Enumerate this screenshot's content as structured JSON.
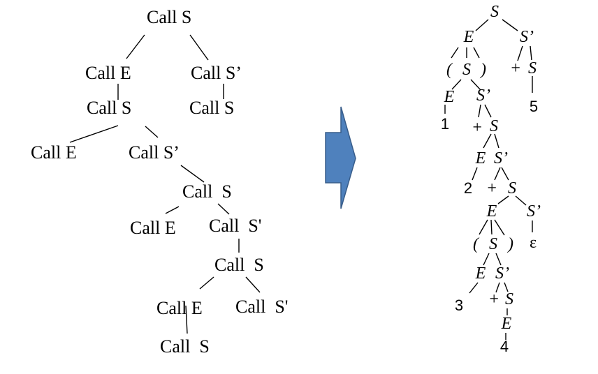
{
  "call_tree": {
    "nodes": [
      {
        "id": "c1",
        "text": "Call S"
      },
      {
        "id": "c2",
        "text": "Call E"
      },
      {
        "id": "c3",
        "text": "Call S’"
      },
      {
        "id": "c4",
        "text": "Call S"
      },
      {
        "id": "c5",
        "text": "Call S"
      },
      {
        "id": "c6",
        "text": "Call E"
      },
      {
        "id": "c7",
        "text": "Call S’"
      },
      {
        "id": "c8",
        "text": "Call  S"
      },
      {
        "id": "c9",
        "text": "Call E"
      },
      {
        "id": "c10",
        "text": "Call  S'"
      },
      {
        "id": "c11",
        "text": "Call  S"
      },
      {
        "id": "c12",
        "text": "Call E"
      },
      {
        "id": "c13",
        "text": "Call  S'"
      },
      {
        "id": "c14",
        "text": "Call  S"
      }
    ],
    "edges": [
      [
        "c1",
        "c2"
      ],
      [
        "c1",
        "c3"
      ],
      [
        "c2",
        "c4"
      ],
      [
        "c3",
        "c5"
      ],
      [
        "c4",
        "c6"
      ],
      [
        "c4",
        "c7"
      ],
      [
        "c7",
        "c8"
      ],
      [
        "c8",
        "c9"
      ],
      [
        "c8",
        "c10"
      ],
      [
        "c10",
        "c11"
      ],
      [
        "c11",
        "c12"
      ],
      [
        "c11",
        "c13"
      ],
      [
        "c12",
        "c14"
      ]
    ]
  },
  "arrow": {
    "color": "#4f81bd",
    "border": "#385d8a",
    "direction": "right"
  },
  "parse_tree": {
    "nodes": [
      {
        "id": "p1",
        "text": "S"
      },
      {
        "id": "p2",
        "text": "E"
      },
      {
        "id": "p3",
        "text": "S’"
      },
      {
        "id": "p4",
        "text": "("
      },
      {
        "id": "p5",
        "text": "S"
      },
      {
        "id": "p6",
        "text": ")"
      },
      {
        "id": "p7",
        "text": "+"
      },
      {
        "id": "p8",
        "text": "S"
      },
      {
        "id": "p9",
        "text": "5"
      },
      {
        "id": "p10",
        "text": "E"
      },
      {
        "id": "p11",
        "text": "S’"
      },
      {
        "id": "p12",
        "text": "1"
      },
      {
        "id": "p13",
        "text": "+"
      },
      {
        "id": "p14",
        "text": "S"
      },
      {
        "id": "p15",
        "text": "E"
      },
      {
        "id": "p16",
        "text": "S’"
      },
      {
        "id": "p17",
        "text": "2"
      },
      {
        "id": "p18",
        "text": "+"
      },
      {
        "id": "p19",
        "text": "S"
      },
      {
        "id": "p20",
        "text": "E"
      },
      {
        "id": "p21",
        "text": "S’"
      },
      {
        "id": "p22",
        "text": "("
      },
      {
        "id": "p23",
        "text": "S"
      },
      {
        "id": "p24",
        "text": ")"
      },
      {
        "id": "p25",
        "text": "ε"
      },
      {
        "id": "p26",
        "text": "E"
      },
      {
        "id": "p27",
        "text": "S’"
      },
      {
        "id": "p28",
        "text": "3"
      },
      {
        "id": "p29",
        "text": "+"
      },
      {
        "id": "p30",
        "text": "S"
      },
      {
        "id": "p31",
        "text": "E"
      },
      {
        "id": "p32",
        "text": "4"
      }
    ],
    "edges": [
      [
        "p1",
        "p2"
      ],
      [
        "p1",
        "p3"
      ],
      [
        "p2",
        "p4"
      ],
      [
        "p2",
        "p5"
      ],
      [
        "p2",
        "p6"
      ],
      [
        "p3",
        "p7"
      ],
      [
        "p3",
        "p8"
      ],
      [
        "p8",
        "p9"
      ],
      [
        "p5",
        "p10"
      ],
      [
        "p5",
        "p11"
      ],
      [
        "p10",
        "p12"
      ],
      [
        "p11",
        "p13"
      ],
      [
        "p11",
        "p14"
      ],
      [
        "p14",
        "p15"
      ],
      [
        "p14",
        "p16"
      ],
      [
        "p15",
        "p17"
      ],
      [
        "p16",
        "p18"
      ],
      [
        "p16",
        "p19"
      ],
      [
        "p19",
        "p20"
      ],
      [
        "p19",
        "p21"
      ],
      [
        "p20",
        "p22"
      ],
      [
        "p20",
        "p23"
      ],
      [
        "p20",
        "p24"
      ],
      [
        "p21",
        "p25"
      ],
      [
        "p23",
        "p26"
      ],
      [
        "p23",
        "p27"
      ],
      [
        "p26",
        "p28"
      ],
      [
        "p27",
        "p29"
      ],
      [
        "p27",
        "p30"
      ],
      [
        "p30",
        "p31"
      ],
      [
        "p31",
        "p32"
      ]
    ]
  }
}
